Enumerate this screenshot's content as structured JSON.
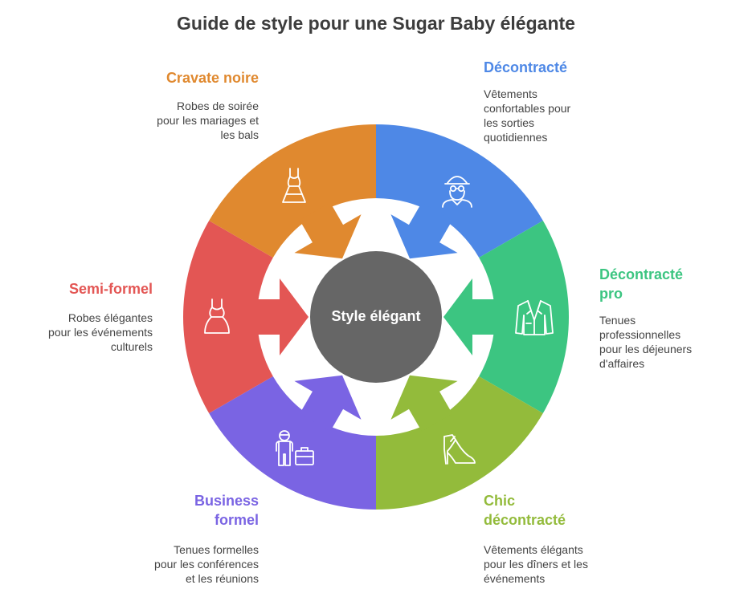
{
  "title": "Guide de style pour une Sugar Baby élégante",
  "center": {
    "label": "Style élégant",
    "color": "#666666"
  },
  "segments": [
    {
      "id": "casual",
      "heading": [
        "Décontracté"
      ],
      "description": [
        "Vêtements",
        "confortables pour",
        "les sorties",
        "quotidiennes"
      ],
      "color": "#4e88e6",
      "icon": "woman-with-hat-icon"
    },
    {
      "id": "casual-pro",
      "heading": [
        "Décontracté",
        "pro"
      ],
      "description": [
        "Tenues",
        "professionnelles",
        "pour les déjeuners",
        "d'affaires"
      ],
      "color": "#3cc581",
      "icon": "blazer-icon"
    },
    {
      "id": "chic-casual",
      "heading": [
        "Chic",
        "décontracté"
      ],
      "description": [
        "Vêtements élégants",
        "pour les dîners et les",
        "événements"
      ],
      "color": "#93bb3b",
      "icon": "high-heel-shoe-icon"
    },
    {
      "id": "business-formal",
      "heading": [
        "Business",
        "formel"
      ],
      "description": [
        "Tenues formelles",
        "pour les conférences",
        "et les réunions"
      ],
      "color": "#7a64e3",
      "icon": "businessman-briefcase-icon"
    },
    {
      "id": "semi-formal",
      "heading": [
        "Semi-formel"
      ],
      "description": [
        "Robes élégantes",
        "pour les événements",
        "culturels"
      ],
      "color": "#e35654",
      "icon": "dress-icon"
    },
    {
      "id": "black-tie",
      "heading": [
        "Cravate noire"
      ],
      "description": [
        "Robes de soirée",
        "pour les mariages et",
        "les bals"
      ],
      "color": "#e0892f",
      "icon": "evening-gown-icon"
    }
  ]
}
